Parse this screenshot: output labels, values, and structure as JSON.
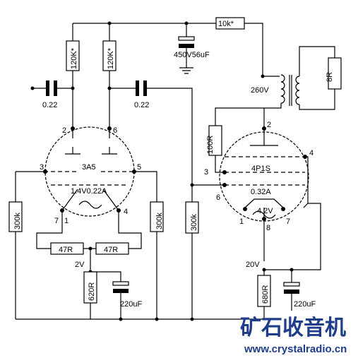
{
  "labels": {
    "r_10k": "10k*",
    "r_120k_a": "120K*",
    "r_120k_b": "120K*",
    "cap_450v": "450V56uF",
    "c_022_a": "0.22",
    "c_022_b": "0.22",
    "v_260": "260V",
    "spk_8r": "8R",
    "r_100r": "100R",
    "tube1_name": "3A5",
    "tube1_fil": "1.4V0.22A",
    "tube2_name": "4P1S",
    "tube2_cur": "0.32A",
    "tube2_fil": "4.2V",
    "r_300k_a": "300k",
    "r_300k_b": "300k",
    "r_300k_c": "300k",
    "r_47r_a": "47R",
    "r_47r_b": "47R",
    "v_2v": "2V",
    "r_620r": "620R",
    "c_220uf_a": "220uF",
    "v_20v": "20V",
    "r_680r": "680R",
    "c_220uf_b": "220uF",
    "p1_2": "2",
    "p1_6": "6",
    "p1_3": "3",
    "p1_5": "5",
    "p1_7": "7",
    "p1_1": "1",
    "p1_4": "4",
    "p2_2": "2",
    "p2_3": "3",
    "p2_4": "4",
    "p2_6": "6",
    "p2_1": "1",
    "p2_8": "8",
    "p2_7": "7"
  },
  "brand": {
    "title": "矿石收音机",
    "url": "www.crystalradio.cn"
  }
}
